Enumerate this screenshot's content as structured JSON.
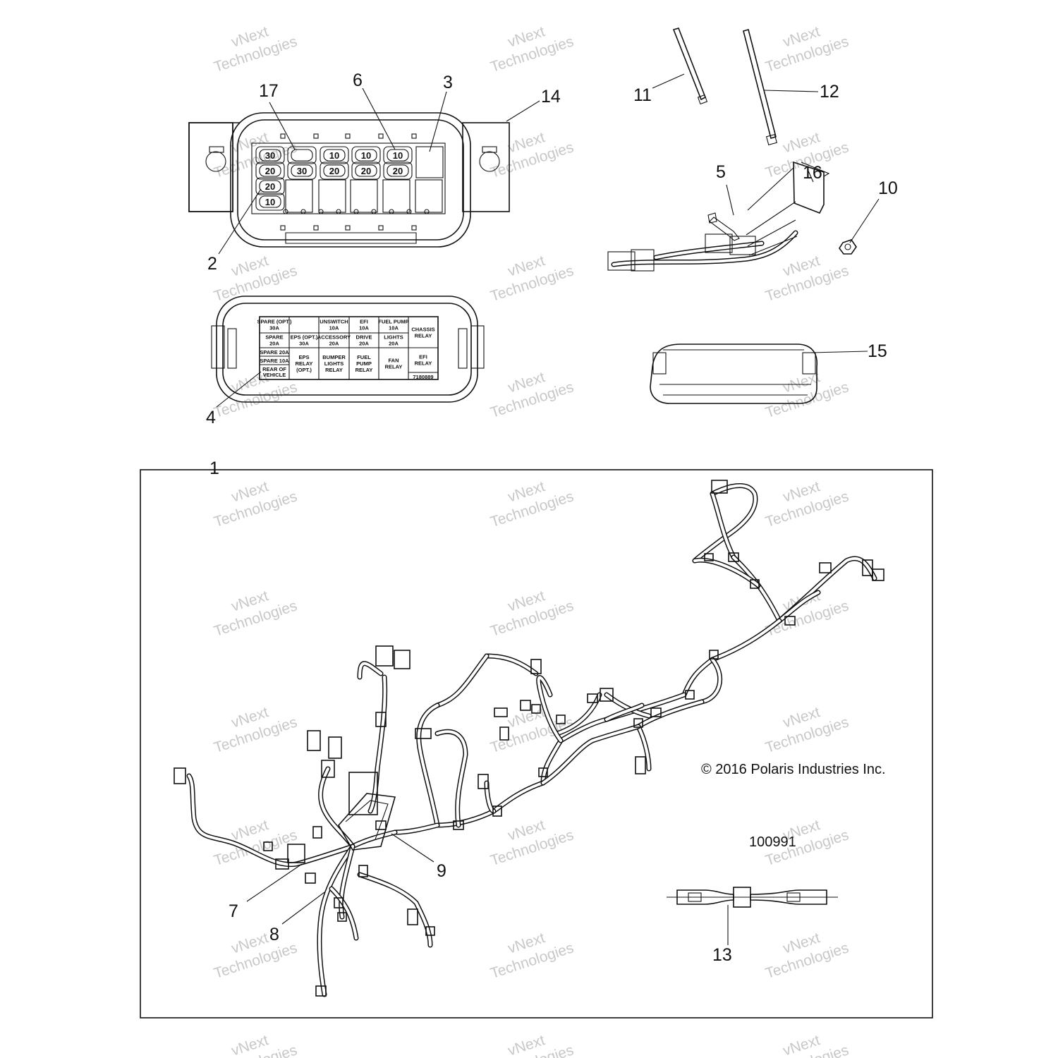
{
  "copyright": "© 2016 Polaris Industries Inc.",
  "diagram_number": "100991",
  "watermark": [
    "vNext",
    "Technologies"
  ],
  "callouts": [
    "1",
    "2",
    "3",
    "4",
    "5",
    "6",
    "7",
    "8",
    "9",
    "10",
    "11",
    "12",
    "13",
    "14",
    "15",
    "16",
    "17"
  ],
  "fuse_values": {
    "row1": [
      "30",
      "",
      "10",
      "10",
      "10"
    ],
    "row2": [
      "20",
      "30",
      "20",
      "20",
      "20"
    ],
    "left_col": [
      "20",
      "10"
    ]
  },
  "fuse_label_card": {
    "cells": [
      [
        "SPARE (OPT.)",
        "30A"
      ],
      [],
      [
        "UNSWITCH",
        "10A"
      ],
      [
        "EFI",
        "10A"
      ],
      [
        "FUEL PUMP",
        "10A"
      ],
      [
        "CHASSIS",
        "RELAY"
      ],
      [
        "SPARE",
        "20A"
      ],
      [
        "EPS (OPT.)",
        "30A"
      ],
      [
        "ACCESSORY",
        "20A"
      ],
      [
        "DRIVE",
        "20A"
      ],
      [
        "LIGHTS",
        "20A"
      ],
      [
        "SPARE 20A"
      ],
      [
        "EPS",
        "RELAY",
        "(OPT.)"
      ],
      [
        "BUMPER",
        "LIGHTS",
        "RELAY"
      ],
      [
        "FUEL",
        "PUMP",
        "RELAY"
      ],
      [
        "FAN",
        "RELAY"
      ],
      [
        "EFI",
        "RELAY"
      ],
      [
        "SPARE 10A"
      ],
      [
        "REAR OF",
        "VEHICLE"
      ],
      [
        "7180889"
      ]
    ]
  }
}
